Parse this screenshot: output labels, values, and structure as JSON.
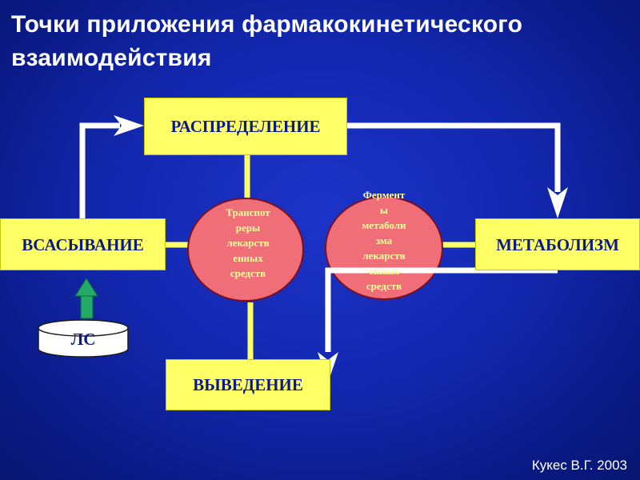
{
  "slide": {
    "title": "Точки приложения фармакокинетического взаимодействия",
    "footer": "Кукес В.Г. 2003"
  },
  "nodes": {
    "distribution": "РАСПРЕДЕЛЕНИЕ",
    "absorption": "ВСАСЫВАНИЕ",
    "metabolism": "МЕТАБОЛИЗМ",
    "excretion": "ВЫВЕДЕНИЕ",
    "drug": "ЛС"
  },
  "ellipses": {
    "transporters": "Транспот\nреры\nлекарств\nенных\nсредств",
    "enzymes": "Фермент\nы\nметаболи\nзма\nлекарств\nенных\nсредств"
  },
  "colors": {
    "background": "#1328b0",
    "box_fill": "#ffff66",
    "box_text": "#0a1a86",
    "ellipse_fill": "#f06e78",
    "ellipse_text": "#ffff99",
    "arrow_white": "#ffffff",
    "arrow_green": "#22aa66"
  }
}
